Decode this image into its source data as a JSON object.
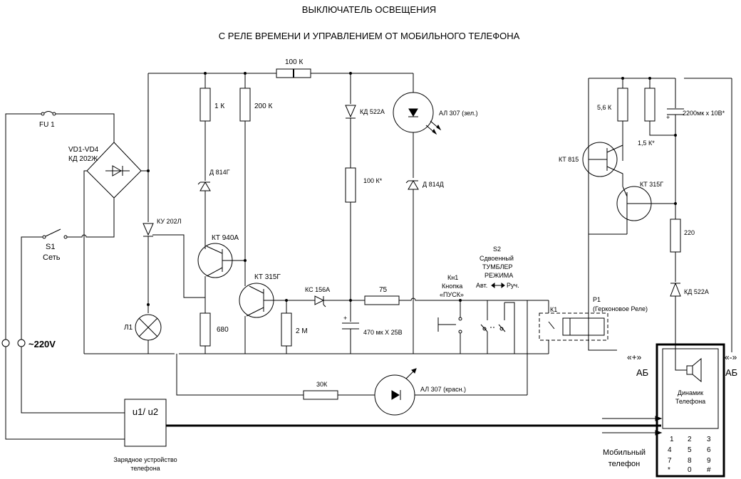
{
  "title": {
    "line1": "ВЫКЛЮЧАТЕЛЬ ОСВЕЩЕНИЯ",
    "line2": "С РЕЛЕ ВРЕМЕНИ И УПРАВЛЕНИЕМ ОТ МОБИЛЬНОГО ТЕЛЕФОНА"
  },
  "labels": {
    "fu1": "FU 1",
    "bridge_1": "VD1-VD4",
    "bridge_2": "КД 202Ж",
    "s1": "S1",
    "s1_sub": "Сеть",
    "mains": "~220V",
    "ku": "КУ 202Л",
    "lamp": "Л1",
    "r1k": "1 К",
    "r200k": "200 К",
    "r100k": "100 К",
    "d814g": "Д 814Г",
    "kt940": "КТ 940А",
    "kt315a": "КТ 315Г",
    "r680": "680",
    "r2m": "2 М",
    "ks156": "КС 156А",
    "r75": "75",
    "cap470_plus": "+",
    "cap470": "470 мк Х 25В",
    "kd522a": "КД 522А",
    "r100kstar": "100 К*",
    "al307g": "АЛ 307 (зел.)",
    "d814d": "Д 814Д",
    "kn1_1": "Кн1",
    "kn1_2": "Кнопка",
    "kn1_3": "«ПУСК»",
    "s2_1": "S2",
    "s2_2": "Сдвоенный",
    "s2_3": "ТУМБЛЕР",
    "s2_4": "РЕЖИМА",
    "s2_auto": "Авт.",
    "s2_man": "Руч.",
    "k1": "К1",
    "p1": "Р1",
    "p1_sub": "(Герконовое Реле)",
    "r30k": "30К",
    "al307r": "АЛ 307 (красн.)",
    "charger": "u1/ u2",
    "charger_sub1": "Зарядное устройство",
    "charger_sub2": "телефона",
    "r56k": "5,6 К",
    "r15k": "1,5 К*",
    "cap2200_plus": "+",
    "cap2200": "2200мк х 10В*",
    "kt815": "КТ 815",
    "kt315b": "КТ 315Г",
    "r220": "220",
    "kd522b": "КД 522А",
    "ab_plus_1": "«+»",
    "ab_plus_2": "АБ",
    "ab_minus_1": "«-»",
    "ab_minus_2": "АБ",
    "speaker_1": "Динамик",
    "speaker_2": "Телефона",
    "phone_1": "Мобильный",
    "phone_2": "телефон"
  },
  "keypad": [
    "1",
    "2",
    "3",
    "4",
    "5",
    "6",
    "7",
    "8",
    "9",
    "*",
    "0",
    "#"
  ]
}
